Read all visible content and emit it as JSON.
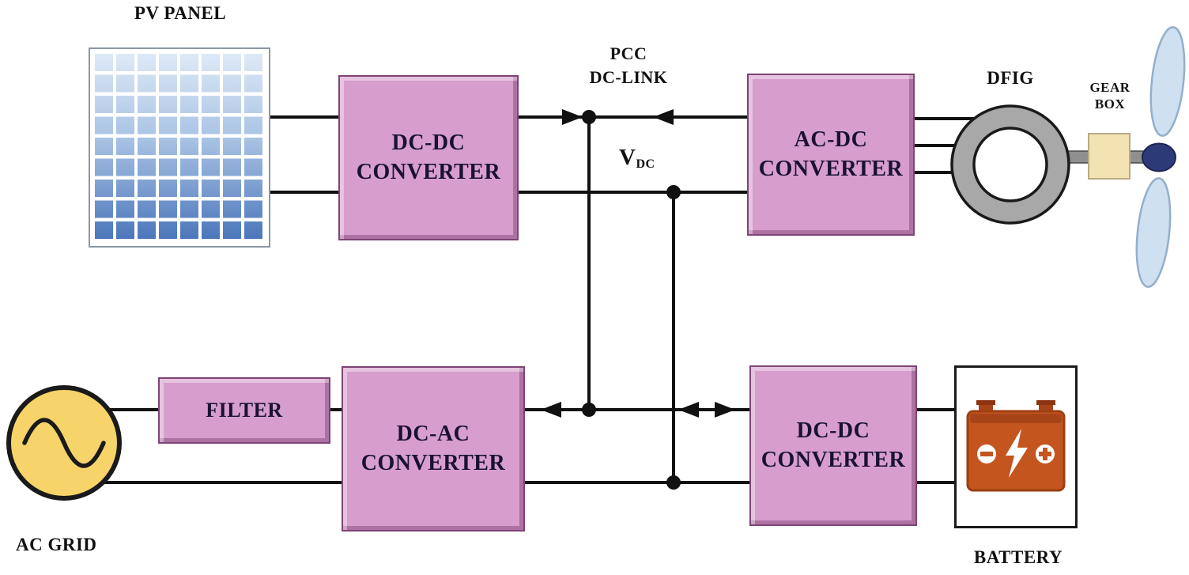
{
  "diagram": {
    "labels": {
      "pv_panel": "PV PANEL",
      "pcc_line1": "PCC",
      "pcc_line2": "DC-LINK",
      "vdc_main": "V",
      "vdc_sub": "DC",
      "dfig": "DFIG",
      "gear_line1": "GEAR",
      "gear_line2": "BOX",
      "ac_grid": "AC GRID",
      "battery": "BATTERY"
    },
    "blocks": {
      "dcdc_top": {
        "line1": "DC-DC",
        "line2": "CONVERTER"
      },
      "acdc": {
        "line1": "AC-DC",
        "line2": "CONVERTER"
      },
      "filter": {
        "line1": "FILTER"
      },
      "dcac": {
        "line1": "DC-AC",
        "line2": "CONVERTER"
      },
      "dcdc_bottom": {
        "line1": "DC-DC",
        "line2": "CONVERTER"
      }
    },
    "icons": {
      "sine": "sine-wave-icon",
      "battery_minus": "minus-icon",
      "battery_bolt": "lightning-icon",
      "battery_plus": "plus-icon",
      "propeller": "wind-turbine-icon",
      "gearbox": "gear-box-icon",
      "pv_cells": "solar-cells-icon"
    },
    "colors": {
      "block_fill": "#d79ecd",
      "block_edge": "#7e4476",
      "wire": "#111111",
      "ac_grid_fill": "#f7d46a",
      "battery_icon": "#c4551f",
      "gearbox_fill": "#f3e3b2",
      "dfig_ring": "#a8a8a8",
      "blade_fill": "#cfe0f0",
      "hub_fill": "#2c3b78",
      "pv_top": "#dde9f7",
      "pv_bottom": "#4a75ba"
    }
  }
}
